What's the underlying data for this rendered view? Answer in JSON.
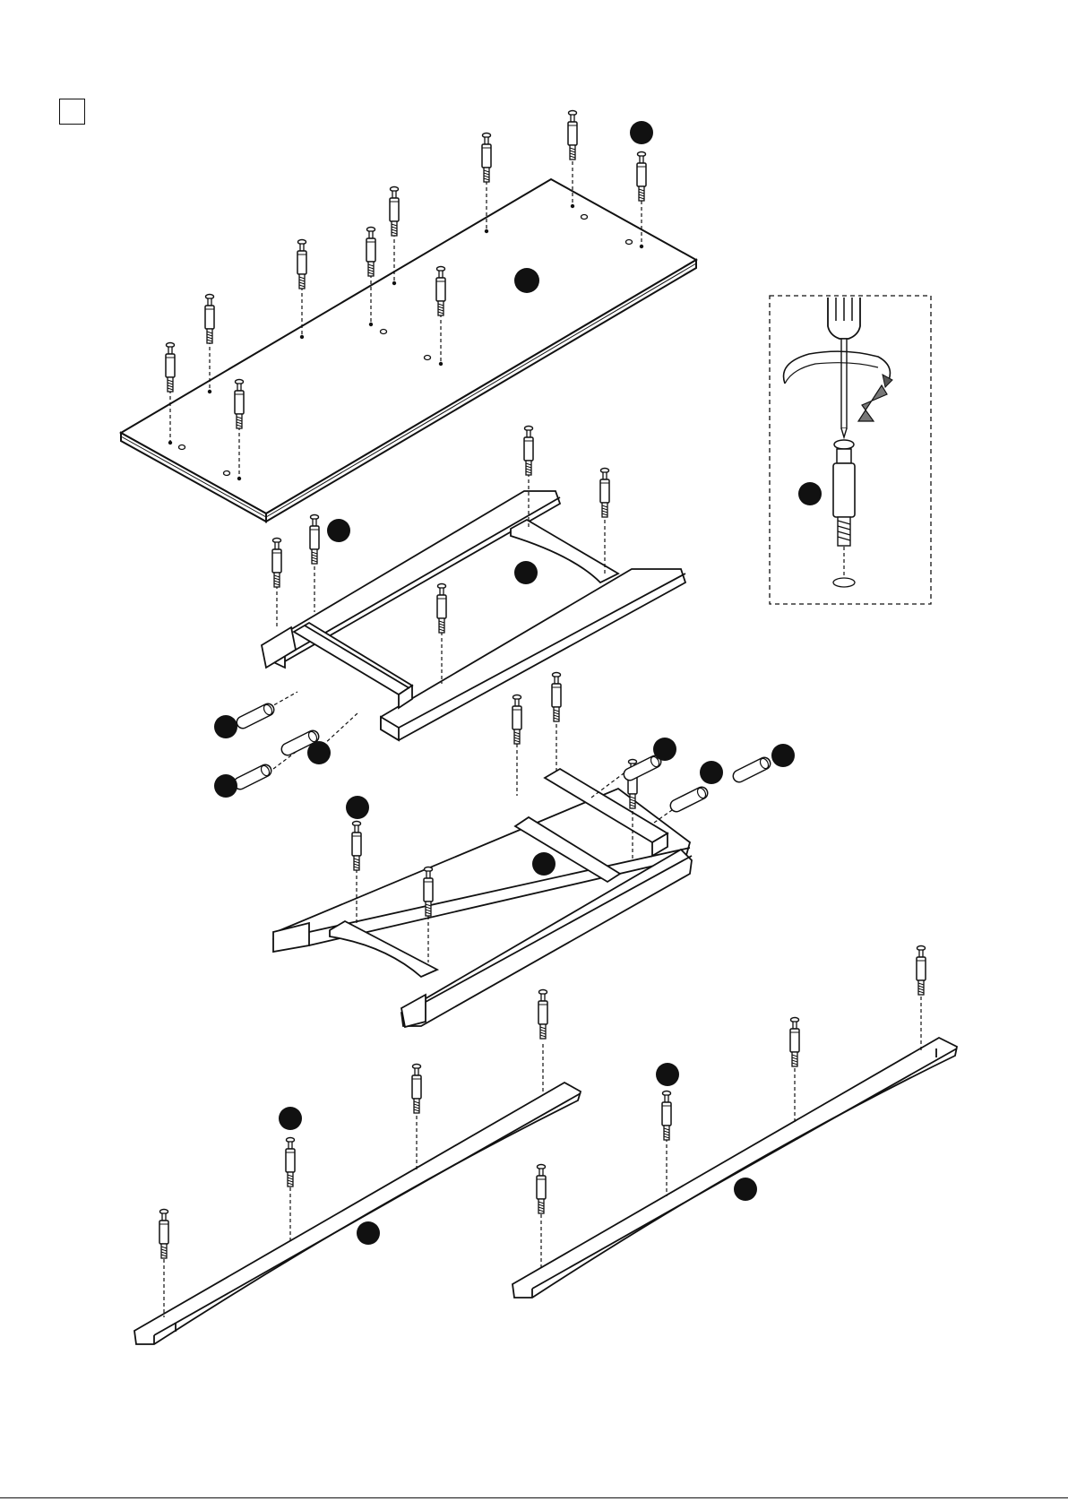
{
  "step": {
    "number": ""
  },
  "illustration": {
    "parts": [
      {
        "name": "table-top"
      },
      {
        "name": "upper-frame"
      },
      {
        "name": "lower-frame"
      },
      {
        "name": "stretcher-left"
      },
      {
        "name": "stretcher-right"
      }
    ],
    "hardware": [
      "cam-bolt",
      "wooden-dowel"
    ],
    "detail_inset": {
      "tool": "screwdriver-icon",
      "action": "rotate-clockwise-arrow-icon"
    }
  },
  "colors": {
    "ink": "#111111",
    "paper": "#ffffff",
    "fill_dark": "#1a1a1a"
  }
}
